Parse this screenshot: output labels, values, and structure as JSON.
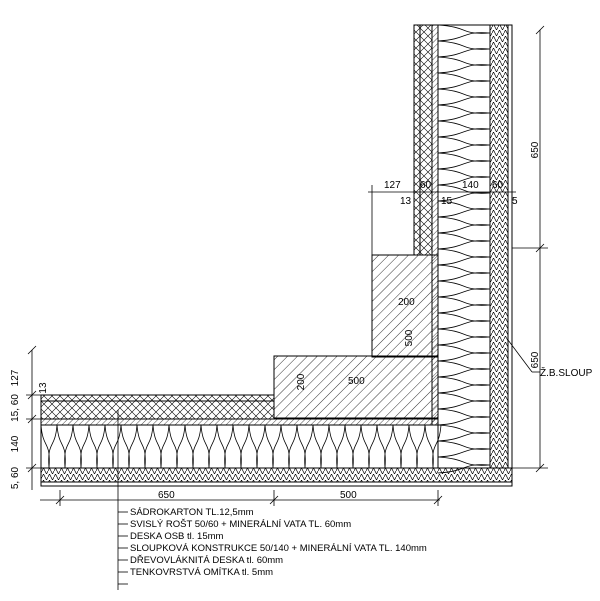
{
  "dimensions": {
    "top_vertical_650": "650",
    "right_vertical_650": "650",
    "right_5": "5",
    "col_127": "127",
    "col_60": "60",
    "col_140": "140",
    "col_60b": "60",
    "col_13": "13",
    "col_15": "15",
    "block_200_upper": "200",
    "block_500_vertical": "500",
    "block_200_lower": "200",
    "block_500_horizontal": "500",
    "left_127": "127",
    "left_13": "13",
    "left_15_60": "15, 60",
    "left_140": "140",
    "left_5_60": "5, 60",
    "bottom_650": "650",
    "bottom_500": "500"
  },
  "labels": {
    "column_label": "Ž.B.SLOUP"
  },
  "legend": [
    "SÁDROKARTON TL.12,5mm",
    "SVISLÝ ROŠT 50/60 + MINERÁLNÍ VATA TL. 60mm",
    "DESKA OSB tl. 15mm",
    "SLOUPKOVÁ KONSTRUKCE 50/140 + MINERÁLNÍ VATA TL. 140mm",
    "DŘEVOVLÁKNITÁ DESKA tl. 60mm",
    "TENKOVRSTVÁ OMÍTKA tl. 5mm"
  ]
}
